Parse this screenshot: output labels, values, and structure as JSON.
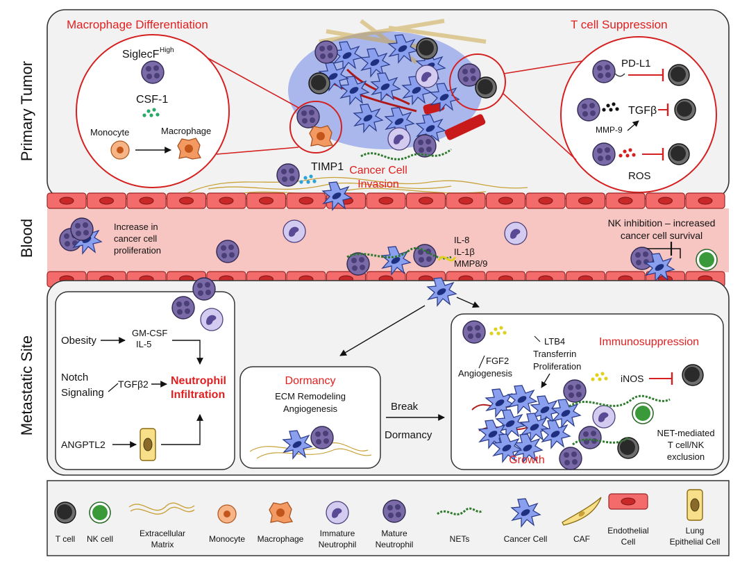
{
  "sections": {
    "primary_tumor": "Primary Tumor",
    "blood": "Blood",
    "metastatic_site": "Metastatic Site"
  },
  "primary_tumor": {
    "macrophage_differentiation": "Macrophage Differentiation",
    "siglecf_base": "SiglecF",
    "siglecf_sup": "High",
    "csf1": "CSF-1",
    "monocyte": "Monocyte",
    "macrophage": "Macrophage",
    "t_cell_suppression": "T cell Suppression",
    "pdl1": "PD-L1",
    "tgfb": "TGFβ",
    "mmp9": "MMP-9",
    "ros": "ROS",
    "timp1": "TIMP1",
    "cancer_invasion_1": "Cancer Cell",
    "cancer_invasion_2": "Invasion"
  },
  "blood": {
    "prolif_1": "Increase in",
    "prolif_2": "cancer cell",
    "prolif_3": "proliferation",
    "il8": "IL-8",
    "il1b": "IL-1β",
    "mmp89": "MMP8/9",
    "nk_1": "NK inhibition – increased",
    "nk_2": "cancer cell survival"
  },
  "metastatic": {
    "obesity": "Obesity",
    "gmcsf": "GM-CSF",
    "il5": "IL-5",
    "notch_1": "Notch",
    "notch_2": "Signaling",
    "tgfb2": "TGFβ2",
    "neutrophil_1": "Neutrophil",
    "neutrophil_2": "Infiltration",
    "angptl2": "ANGPTL2",
    "dormancy": "Dormancy",
    "ecm_remodeling": "ECM Remodeling",
    "angiogenesis": "Angiogenesis",
    "break_1": "Break",
    "break_2": "Dormancy",
    "fgf2": "FGF2",
    "angiogenesis2": "Angiogenesis",
    "ltb4": "LTB4",
    "transferrin": "Transferrin",
    "proliferation": "Proliferation",
    "immunosuppression": "Immunosuppression",
    "inos": "iNOS",
    "growth": "Growth",
    "net_1": "NET-mediated",
    "net_2": "T cell/NK",
    "net_3": "exclusion"
  },
  "legend": {
    "t_cell": "T cell",
    "nk_cell": "NK cell",
    "ecm_1": "Extracellular",
    "ecm_2": "Matrix",
    "monocyte": "Monocyte",
    "macrophage": "Macrophage",
    "immature_1": "Immature",
    "immature_2": "Neutrophil",
    "mature_1": "Mature",
    "mature_2": "Neutrophil",
    "nets": "NETs",
    "cancer_cell": "Cancer Cell",
    "caf": "CAF",
    "endo_1": "Endothelial",
    "endo_2": "Cell",
    "lung_1": "Lung",
    "lung_2": "Epithelial Cell"
  },
  "colors": {
    "accent_red": "#e02020",
    "blood_pink": "#f7c5c2",
    "endothelial": "#ef6a6a",
    "cancer_blue": "#5f7de0",
    "neutrophil_purple": "#7a6aa8",
    "immature_purple": "#b9aee0",
    "t_cell": "#333333",
    "nk_cell": "#3a9a3a",
    "monocyte": "#f5a36e",
    "ecm": "#c9a23a",
    "lung": "#f8e08a"
  }
}
